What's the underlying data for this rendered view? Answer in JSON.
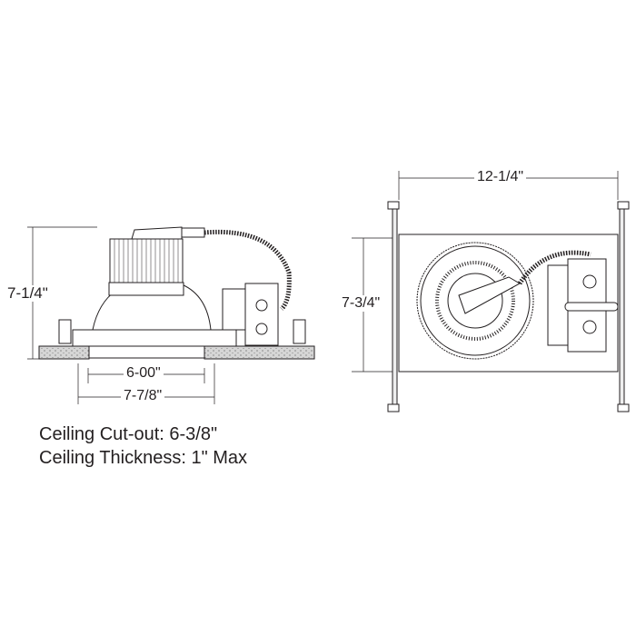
{
  "side_view": {
    "height_label": "7-1/4\"",
    "aperture_label": "6-00\"",
    "trim_label": "7-7/8\""
  },
  "top_view": {
    "width_label": "12-1/4\"",
    "depth_label": "7-3/4\""
  },
  "notes": {
    "cutout": "Ceiling Cut-out: 6-3/8\"",
    "thickness": "Ceiling Thickness: 1\" Max"
  },
  "colors": {
    "line": "#231f20",
    "ceiling": "#d9d9d9"
  }
}
